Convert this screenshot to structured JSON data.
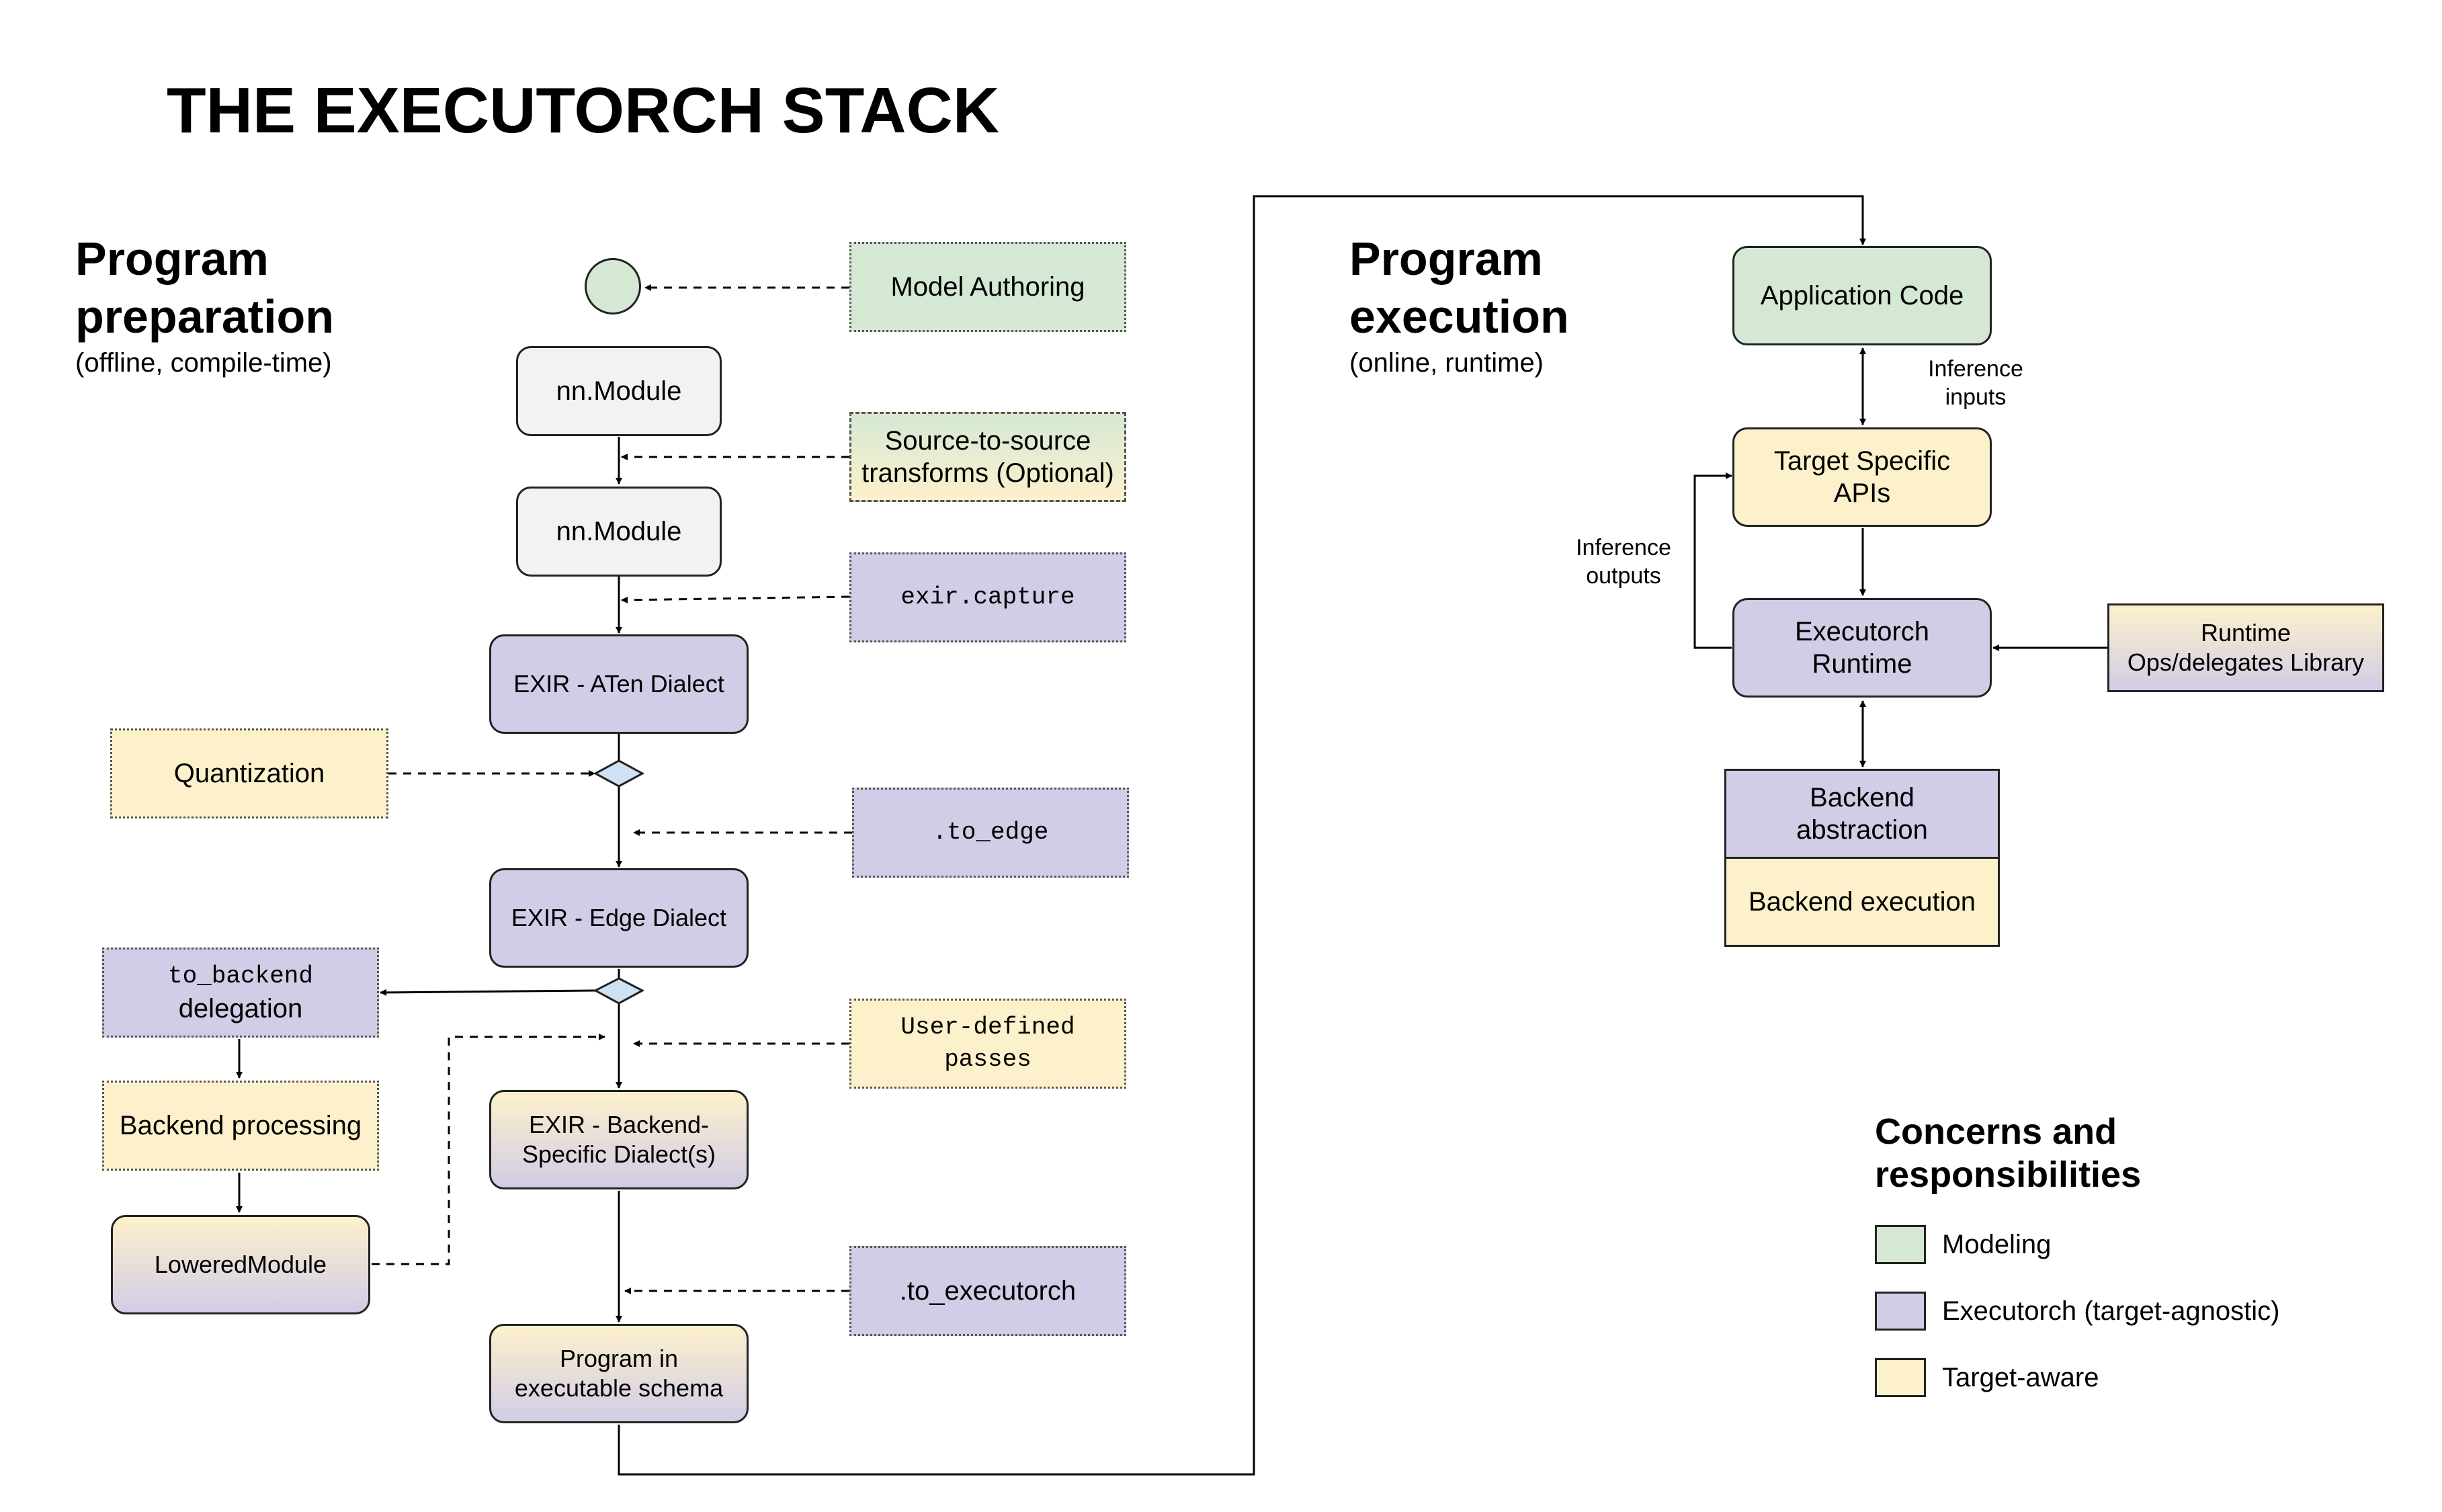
{
  "title": "THE EXECUTORCH STACK",
  "preparation": {
    "heading_line1": "Program",
    "heading_line2": "preparation",
    "subtitle": "(offline, compile-time)"
  },
  "execution": {
    "heading_line1": "Program",
    "heading_line2": "execution",
    "subtitle": "(online, runtime)"
  },
  "left": {
    "model_authoring": "Model Authoring",
    "nn_module_1": "nn.Module",
    "source_transforms": "Source-to-source transforms (Optional)",
    "nn_module_2": "nn.Module",
    "exir_capture": "exir.capture",
    "exir_aten": "EXIR - ATen Dialect",
    "quantization": "Quantization",
    "to_edge": ".to_edge",
    "exir_edge": "EXIR - Edge Dialect",
    "to_backend_line1": "to_backend",
    "to_backend_line2": "delegation",
    "user_defined_passes": "User-defined passes",
    "backend_processing": "Backend processing",
    "exir_backend_specific": "EXIR - Backend-Specific Dialect(s)",
    "lowered_module": "LoweredModule",
    "to_executorch": ".to_executorch",
    "program_schema": "Program in executable schema"
  },
  "right": {
    "application_code": "Application Code",
    "inference_inputs": "Inference inputs",
    "target_specific_apis": "Target Specific APIs",
    "inference_outputs": "Inference outputs",
    "executorch_runtime": "Executorch Runtime",
    "runtime_ops_library": "Runtime Ops/delegates Library",
    "backend_abstraction": "Backend abstraction",
    "backend_execution": "Backend execution"
  },
  "legend": {
    "heading_line1": "Concerns and",
    "heading_line2": "responsibilities",
    "items": [
      {
        "label": "Modeling",
        "color": "#d5e8d4"
      },
      {
        "label": "Executorch (target-agnostic)",
        "color": "#d2cce6"
      },
      {
        "label": "Target-aware",
        "color": "#fdf1cc"
      }
    ]
  }
}
